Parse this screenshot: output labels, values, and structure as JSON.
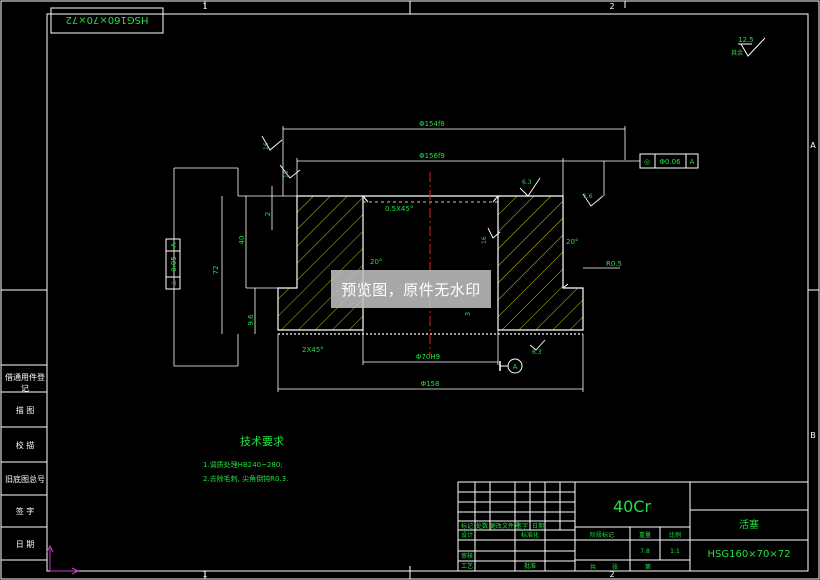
{
  "frame": {
    "zone_numbers": [
      "1",
      "2"
    ],
    "zone_letters": [
      "A",
      "B"
    ]
  },
  "drawing_code": "HSG160×70×72",
  "roughness": {
    "general": "12.5",
    "general_note": "其余",
    "face_top": "16",
    "face_ch": "16",
    "face_right": "16",
    "face_tr": "6.3",
    "bore": "1.6",
    "bottom": "6.3"
  },
  "dimensions": {
    "d_top": "Φ154f8",
    "d_mid": "Φ156f9",
    "d_bore": "Φ70H9",
    "d_bottom": "Φ158",
    "height": "72",
    "step": "40",
    "small_h": "2",
    "h_bottom": "9.6",
    "chamfer_bore": "0.5X45°",
    "chamfer_bottom": "2X45°",
    "angle_top": "20°",
    "angle_right": "20°",
    "radius": "R0.5",
    "small_3": "3"
  },
  "tolerances": {
    "runout": {
      "symbol": "◎",
      "value": "Φ0.06",
      "datum": "A"
    },
    "perp": {
      "symbol": "⊥",
      "value": "0.05",
      "datum": "A"
    },
    "datum_label": "A"
  },
  "tech_req": {
    "title": "技术要求",
    "line1": "1.调质处理HB240~280;",
    "line2": "2.去除毛刺, 尖角倒钝R0.3."
  },
  "watermark": "预览图，原件无水印",
  "left_labels": [
    "借通用件登记",
    "描 图",
    "校 描",
    "旧底图总号",
    "签 字",
    "日 期"
  ],
  "title_block": {
    "material": "40Cr",
    "part_name": "活塞",
    "drawing_no": "HSG160×70×72",
    "stage_label": "阶段标记",
    "weight_label": "重量",
    "scale_label": "比例",
    "weight_val": "7.8",
    "scale_val": "1:1",
    "marker": "标记",
    "count": "处数",
    "file": "更改文件号",
    "sign": "签字",
    "date": "日期",
    "design": "设计",
    "standard": "标准化",
    "review": "审核",
    "process": "工艺",
    "approve": "批准",
    "total": "共",
    "sheet": "张",
    "no": "第"
  }
}
